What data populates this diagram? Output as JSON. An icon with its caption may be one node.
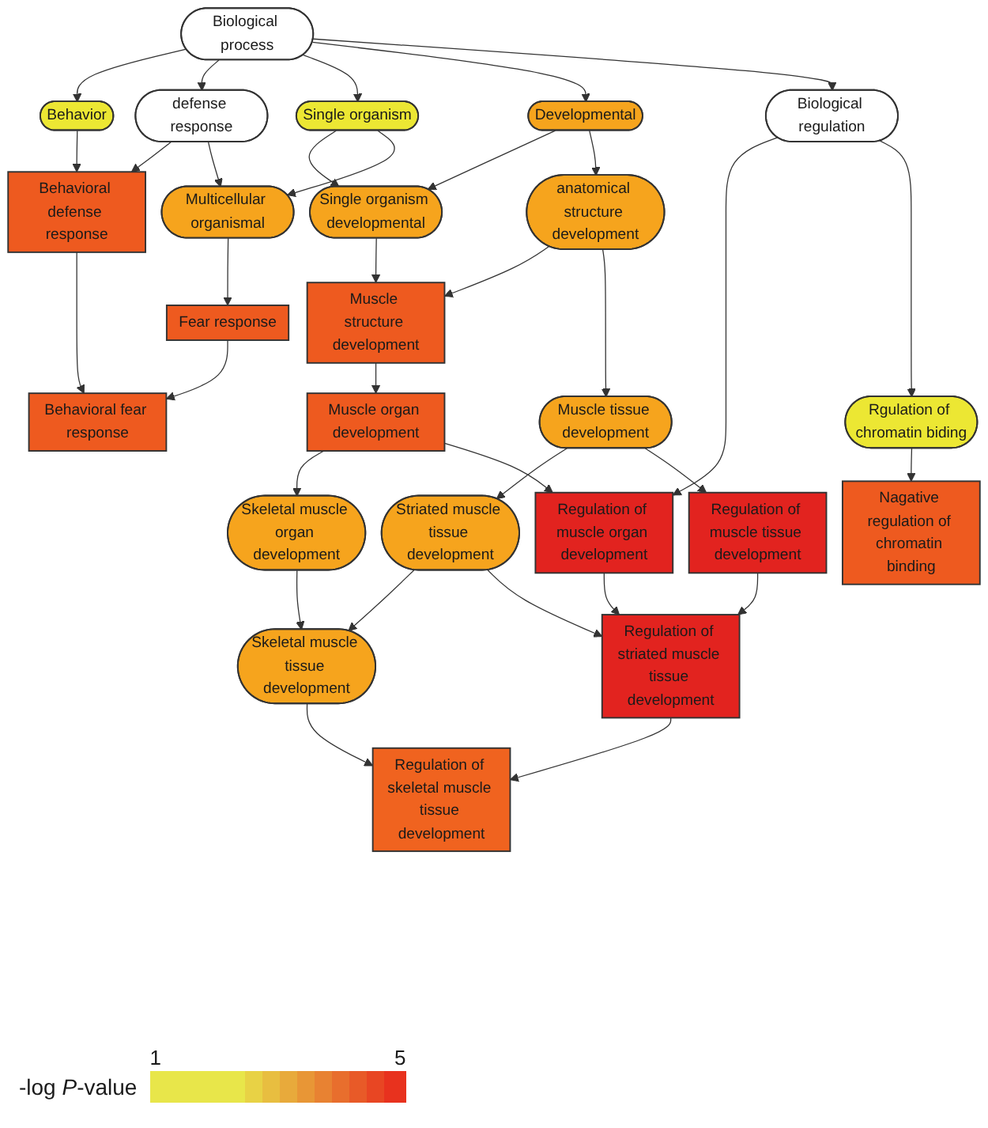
{
  "diagram": {
    "nodes": [
      {
        "text": [
          "Biological process"
        ]
      },
      {
        "text": [
          "Behavior"
        ]
      },
      {
        "text": [
          "Single organism"
        ]
      },
      {
        "text": [
          "Developmental"
        ]
      },
      {
        "text": [
          "Biological regulation"
        ]
      },
      {
        "text": [
          "defense response"
        ]
      },
      {
        "text": [
          "Single organism developmental"
        ]
      },
      {
        "text": [
          "anatomical structure development"
        ]
      },
      {
        "text": [
          "Multicellular organismal"
        ]
      },
      {
        "text": [
          "Muscle structure development"
        ]
      },
      {
        "text": [
          "Behavioral defense response"
        ]
      },
      {
        "text": [
          "Fear response"
        ]
      },
      {
        "text": [
          "Muscle organ development"
        ]
      },
      {
        "text": [
          "Muscle tissue development"
        ]
      },
      {
        "text": [
          "Rgulation of chromatin biding"
        ]
      },
      {
        "text": [
          "Behavioral fear response"
        ]
      },
      {
        "text": [
          "Nagative regulation of chromatin binding"
        ]
      },
      {
        "text": [
          "Skeletal muscle organ development"
        ]
      },
      {
        "text": [
          "Striated muscle tissue development"
        ]
      },
      {
        "text": [
          "Regulation of muscle organ development"
        ]
      },
      {
        "text": [
          "Regulation of muscle tissue development"
        ]
      },
      {
        "text": [
          "Skeletal muscle tissue development"
        ]
      },
      {
        "text": [
          "Regulation of striated muscle tissue development"
        ]
      },
      {
        "text": [
          "Regulation of skeletal muscle tissue development"
        ]
      }
    ],
    "edges": [
      {
        "from": 0,
        "to": 1,
        "arrow": "to"
      },
      {
        "from": 0,
        "to": 5,
        "arrow": "to"
      },
      {
        "from": 0,
        "to": 2,
        "arrow": "to"
      },
      {
        "from": 0,
        "to": 3,
        "arrow": "to"
      },
      {
        "from": 0,
        "to": 4,
        "arrow": "to"
      },
      {
        "from": 1,
        "to": 10,
        "arrow": "to"
      },
      {
        "from": 2,
        "to": 6,
        "arrow": "to"
      },
      {
        "from": 2,
        "to": 8,
        "arrow": "to"
      },
      {
        "from": 3,
        "to": 6,
        "arrow": "to"
      },
      {
        "from": 3,
        "to": 7,
        "arrow": "to"
      },
      {
        "from": 5,
        "to": 10,
        "arrow": "to"
      },
      {
        "from": 5,
        "to": 8,
        "arrow": "to"
      },
      {
        "from": 6,
        "to": 9,
        "arrow": "to"
      },
      {
        "from": 7,
        "to": 9,
        "arrow": "to"
      },
      {
        "from": 7,
        "to": 13,
        "arrow": "to"
      },
      {
        "from": 4,
        "to": 19,
        "arrow": "to"
      },
      {
        "from": 4,
        "to": 14,
        "arrow": "to"
      },
      {
        "from": 8,
        "to": 11,
        "arrow": "to"
      },
      {
        "from": 9,
        "to": 12,
        "arrow": "to"
      },
      {
        "from": 10,
        "to": 15,
        "arrow": "to"
      },
      {
        "from": 11,
        "to": 15,
        "arrow": "to"
      },
      {
        "from": 14,
        "to": 16,
        "arrow": "to"
      },
      {
        "from": 12,
        "to": 17,
        "arrow": "to"
      },
      {
        "from": 12,
        "to": 19,
        "arrow": "to"
      },
      {
        "from": 13,
        "to": 18,
        "arrow": "to"
      },
      {
        "from": 13,
        "to": 20,
        "arrow": "to"
      },
      {
        "from": 17,
        "to": 21,
        "arrow": "to"
      },
      {
        "from": 18,
        "to": 21,
        "arrow": "to"
      },
      {
        "from": 18,
        "to": 22,
        "arrow": "to"
      },
      {
        "from": 19,
        "to": 22,
        "arrow": "to"
      },
      {
        "from": 20,
        "to": 22,
        "arrow": "to"
      },
      {
        "from": 21,
        "to": 23,
        "arrow": "to"
      },
      {
        "from": 22,
        "to": 23,
        "arrow": "to"
      }
    ],
    "labels": [
      "-log *P*-value"
    ],
    "legend": [
      {
        "text": "1",
        "color": "#e8e64a"
      },
      {
        "text": "5",
        "color": "#e8321e"
      }
    ]
  }
}
